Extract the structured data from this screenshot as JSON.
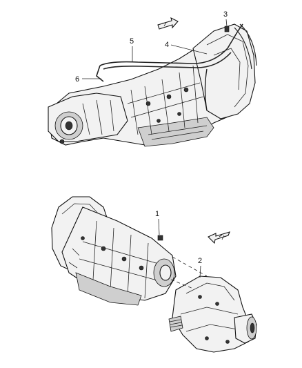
{
  "callouts": [
    {
      "id": "c1",
      "label": "1"
    },
    {
      "id": "c2",
      "label": "2"
    },
    {
      "id": "c3",
      "label": "3"
    },
    {
      "id": "c4",
      "label": "4"
    },
    {
      "id": "c5",
      "label": "5"
    },
    {
      "id": "c6",
      "label": "6"
    }
  ],
  "icons": {
    "front_arrow_top": "front-direction-arrow-icon",
    "front_arrow_bottom": "front-direction-arrow-icon"
  },
  "colors": {
    "line": "#111111",
    "fill": "#f2f2f2",
    "background": "#ffffff"
  }
}
